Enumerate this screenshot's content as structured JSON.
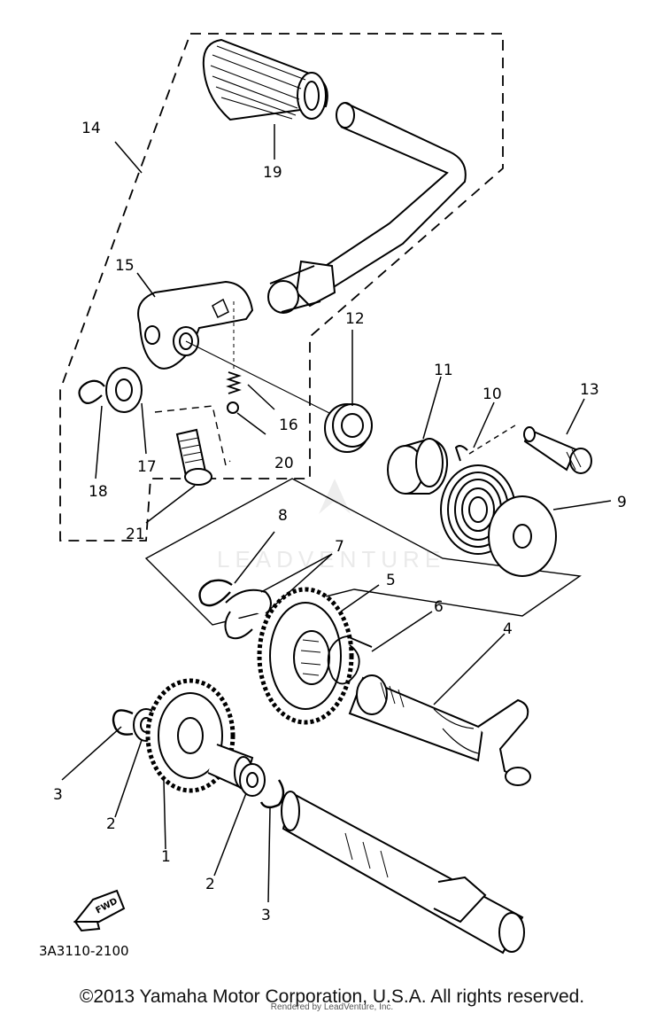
{
  "callouts": {
    "c1": "1",
    "c2a": "2",
    "c2b": "2",
    "c3a": "3",
    "c3b": "3",
    "c4": "4",
    "c5": "5",
    "c6": "6",
    "c7": "7",
    "c8": "8",
    "c9": "9",
    "c10": "10",
    "c11": "11",
    "c12": "12",
    "c13": "13",
    "c14": "14",
    "c15": "15",
    "c16": "16",
    "c17": "17",
    "c18": "18",
    "c19": "19",
    "c20": "20",
    "c21": "21"
  },
  "fwd_label": "FWD",
  "diagram_code": "3A3110-2100",
  "watermark": "LEADVENTURE",
  "copyright": "©2013 Yamaha Motor Corporation, U.S.A. All rights reserved.",
  "rendered_by": "Rendered by LeadVenture, Inc."
}
